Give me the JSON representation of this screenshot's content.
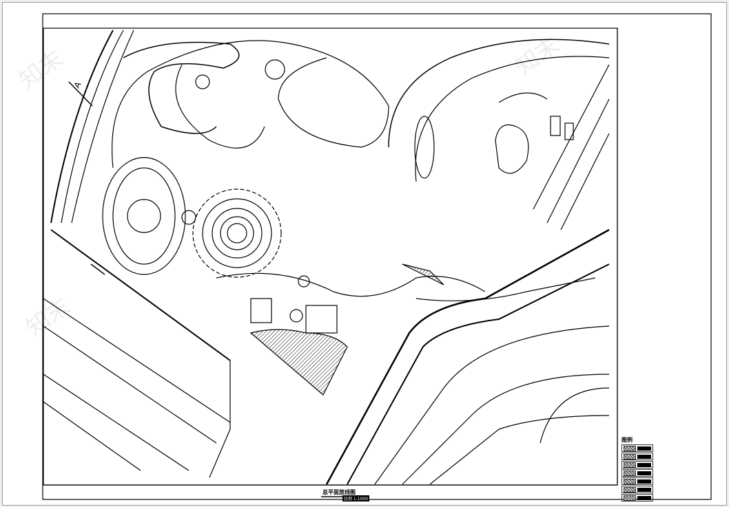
{
  "drawing": {
    "title": "总平面放线图",
    "scale": "比例 1:1000",
    "section_marker": "A"
  },
  "legend": {
    "title": "图例",
    "items": [
      "",
      "",
      "",
      "",
      "",
      "",
      ""
    ]
  },
  "watermark": "知末"
}
